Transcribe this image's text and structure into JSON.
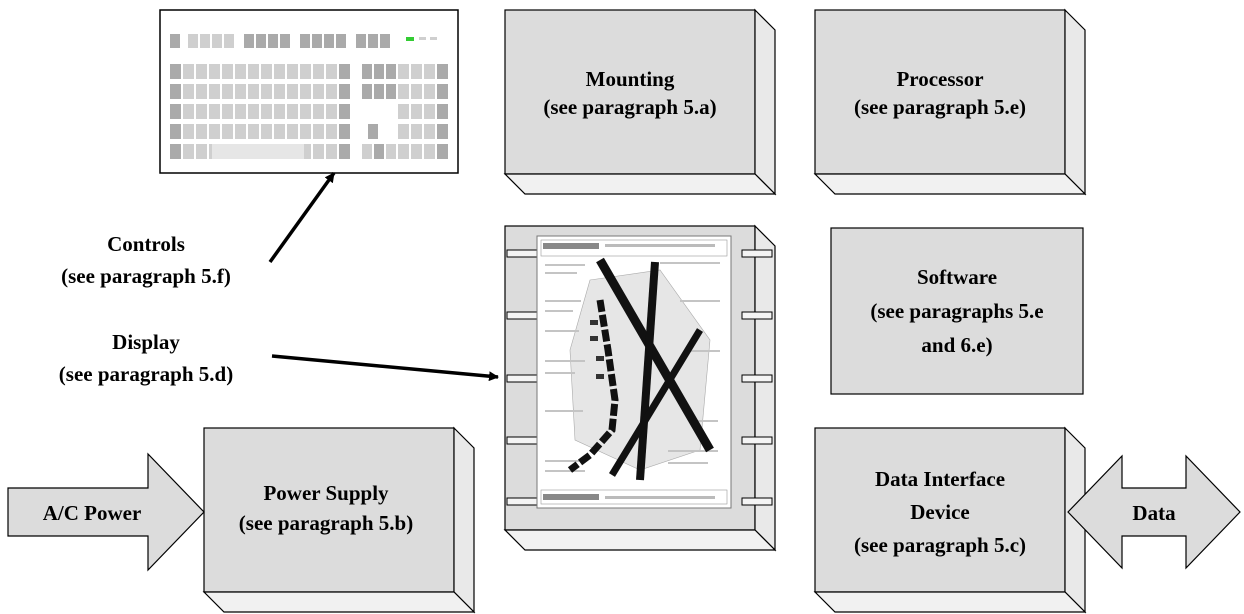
{
  "labels": {
    "mounting": [
      "Mounting",
      "(see paragraph 5.a)"
    ],
    "processor": [
      "Processor",
      "(see paragraph 5.e)"
    ],
    "controls": [
      "Controls",
      "(see paragraph 5.f)"
    ],
    "display": [
      "Display",
      "(see paragraph 5.d)"
    ],
    "software": [
      "Software",
      "(see paragraphs 5.e",
      "and 6.e)"
    ],
    "power_supply": [
      "Power Supply",
      "(see paragraph 5.b)"
    ],
    "data_interface": [
      "Data Interface",
      "Device",
      "(see paragraph 5.c)"
    ],
    "ac_power": "A/C Power",
    "data": "Data"
  },
  "colors": {
    "box_front": "#dcdcdc",
    "box_side": "#e9e9e9",
    "box_top": "#f1f1f1",
    "outline": "#000000",
    "led": "#33cc33",
    "key": "#cfcfcf",
    "key_dark": "#aaaaaa"
  },
  "icons": {
    "keyboard": "keyboard-icon",
    "display_map": "airport-diagram-icon"
  }
}
